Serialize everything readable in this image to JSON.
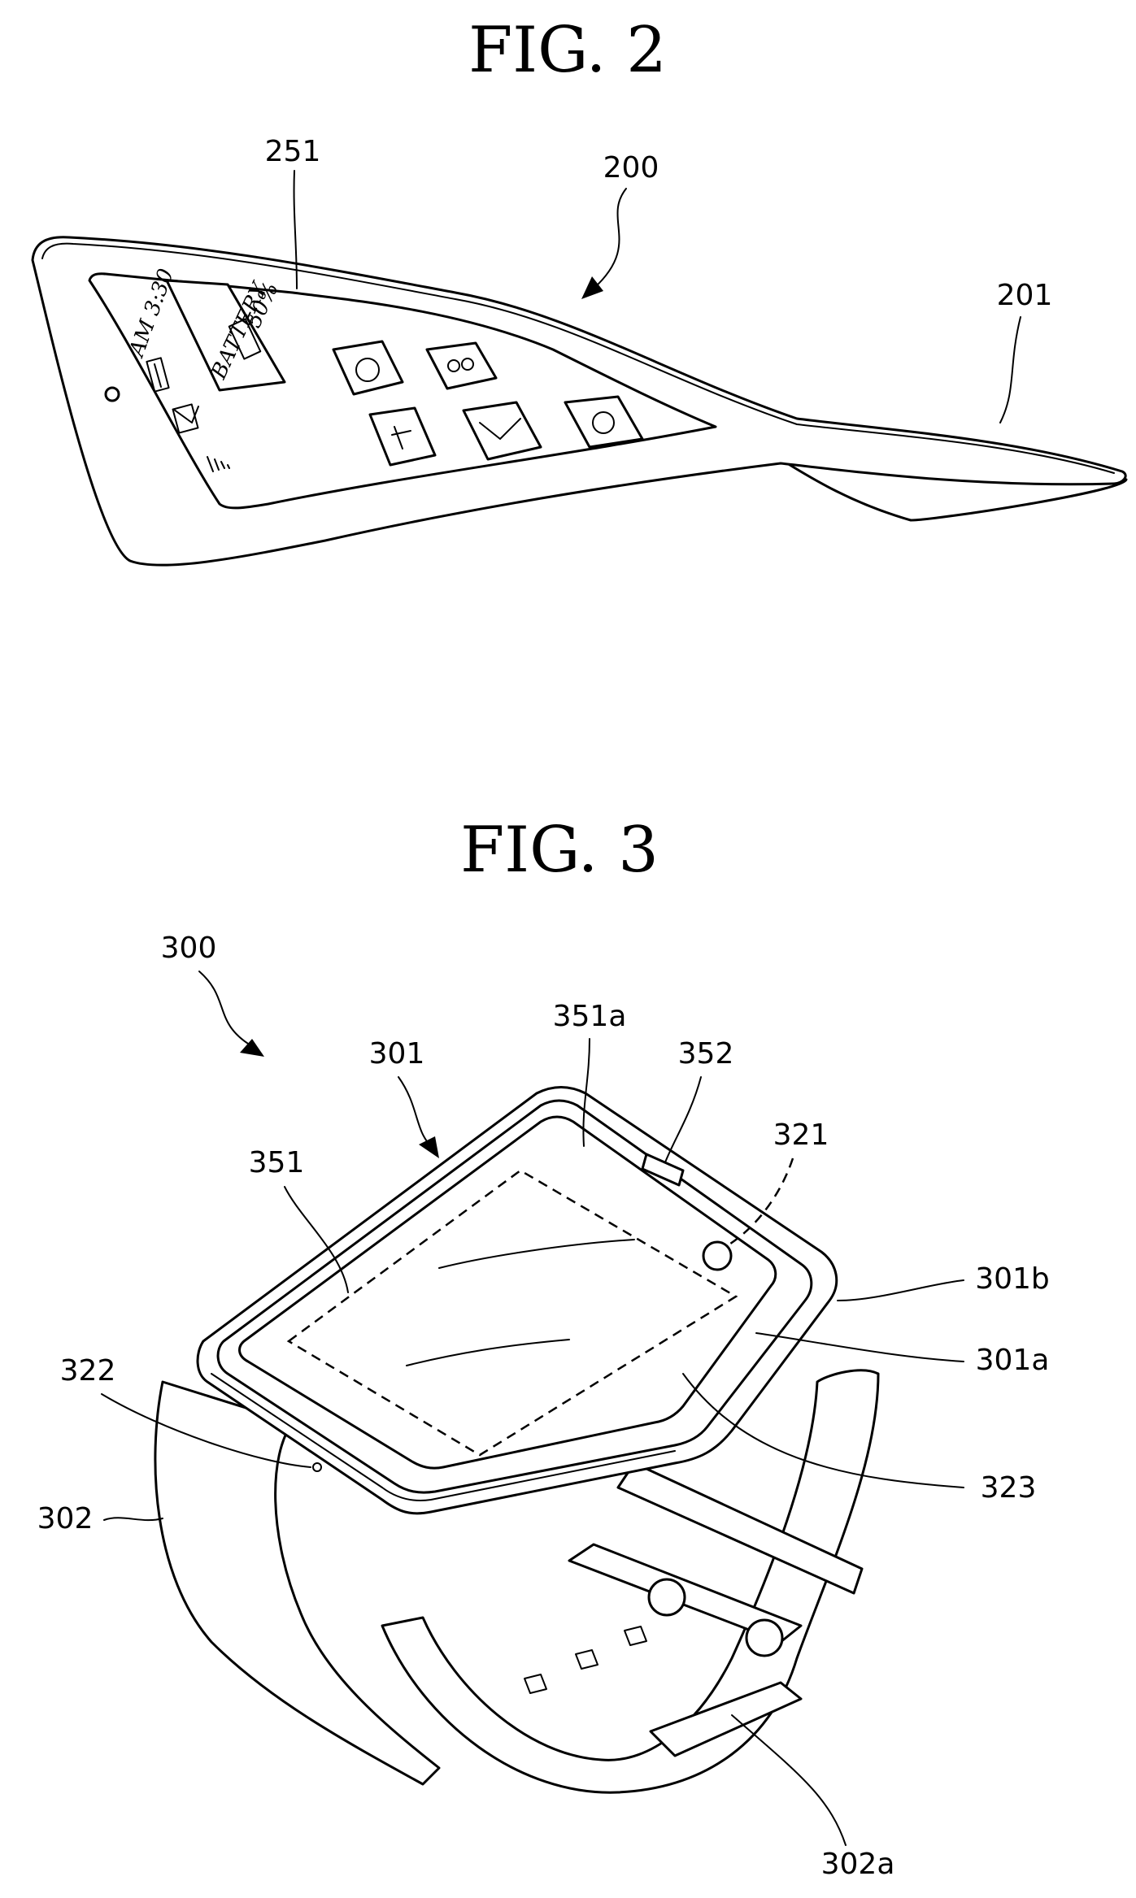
{
  "figures": [
    {
      "title": "FIG. 2",
      "labels": {
        "device": "200",
        "display": "251",
        "body": "201"
      },
      "screen": {
        "time": "AM 3:30",
        "battery_label": "BATTERY",
        "battery_pct": "50%"
      }
    },
    {
      "title": "FIG. 3",
      "labels": {
        "device": "300",
        "body": "301",
        "display": "351",
        "display_area": "351a",
        "sensor": "352",
        "camera": "321",
        "front_case": "301b",
        "rear_case": "301a",
        "mic": "322",
        "button": "323",
        "band": "302",
        "buckle": "302a"
      }
    }
  ]
}
